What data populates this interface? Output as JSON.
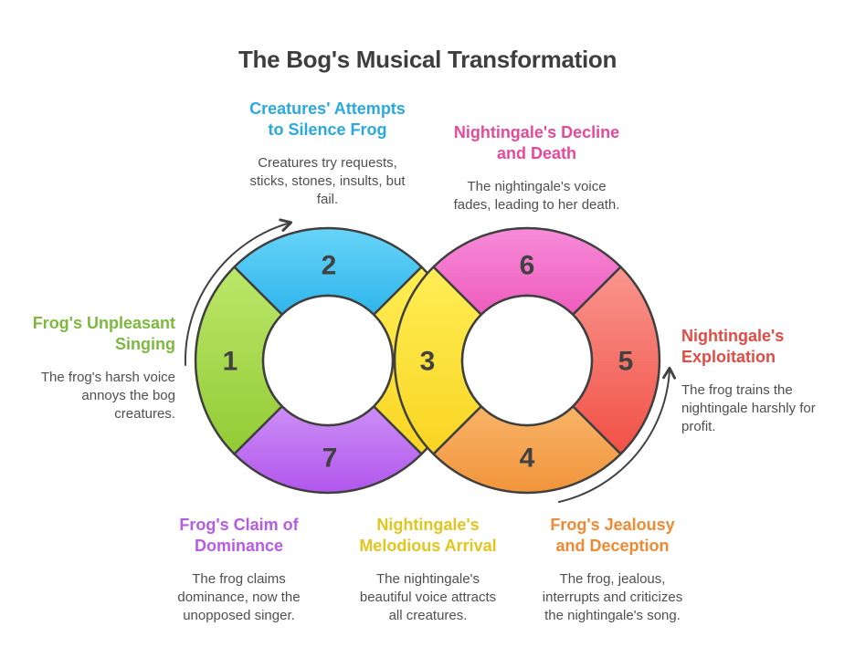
{
  "title": "The Bog's Musical Transformation",
  "colors": {
    "background": "#FFFFFF",
    "title_text": "#3E3E3E",
    "description_text": "#4F4F4F",
    "segment_outline": "#3F3F3F",
    "segment_number": "#414141",
    "flow_arrow": "#424242"
  },
  "steps": [
    {
      "number": "1",
      "heading": "Frog's Unpleasant\nSinging",
      "description": "The frog's harsh voice\nannoys the bog\ncreatures.",
      "accent": "#7CB93E",
      "segment_gradient": [
        "#BCE76A",
        "#92CB35"
      ]
    },
    {
      "number": "2",
      "heading": "Creatures' Attempts\nto Silence Frog",
      "description": "Creatures try requests,\nsticks, stones, insults, but\nfail.",
      "accent": "#29A9E0",
      "segment_gradient": [
        "#67D4F8",
        "#2FB5EB"
      ]
    },
    {
      "number": "3",
      "heading": "Nightingale's\nMelodious Arrival",
      "description": "The nightingale's\nbeautiful voice attracts\nall creatures.",
      "accent": "#E2C51E",
      "segment_gradient": [
        "#FFEE55",
        "#F9D522"
      ]
    },
    {
      "number": "4",
      "heading": "Frog's Jealousy\nand Deception",
      "description": "The frog, jealous,\ninterrupts and criticizes\nthe nightingale's song.",
      "accent": "#ED8A33",
      "segment_gradient": [
        "#F8B467",
        "#F1943C"
      ]
    },
    {
      "number": "5",
      "heading": "Nightingale's\nExploitation",
      "description": "The frog trains the\nnightingale harshly for\nprofit.",
      "accent": "#E04B44",
      "segment_gradient": [
        "#F9968E",
        "#F15046"
      ]
    },
    {
      "number": "6",
      "heading": "Nightingale's Decline\nand Death",
      "description": "The nightingale's voice\nfades, leading to her death.",
      "accent": "#E6499A",
      "segment_gradient": [
        "#F78BD9",
        "#EE5CBC"
      ]
    },
    {
      "number": "7",
      "heading": "Frog's Claim of\nDominance",
      "description": "The frog claims\ndominance, now the\nunopposed singer.",
      "accent": "#B55BE5",
      "segment_gradient": [
        "#CC8EF5",
        "#B156ED"
      ]
    }
  ]
}
